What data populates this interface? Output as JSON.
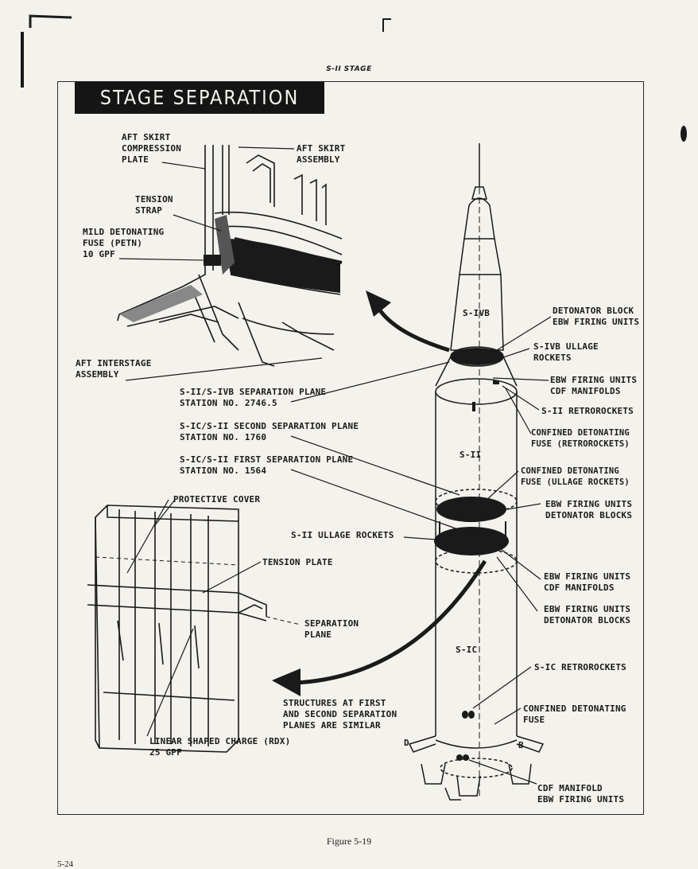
{
  "page": {
    "header": "S-II STAGE",
    "title": "STAGE SEPARATION SYSTEMS",
    "caption": "Figure 5-19",
    "page_number": "5-24"
  },
  "labels": {
    "aft_skirt_compression": "AFT SKIRT\nCOMPRESSION\nPLATE",
    "aft_skirt_assembly": "AFT SKIRT\nASSEMBLY",
    "tension_strap": "TENSION\nSTRAP",
    "mild_detonating_fuse": "MILD DETONATING\nFUSE (PETN)\n10 GPF",
    "aft_interstage": "AFT INTERSTAGE\nASSEMBLY",
    "sii_sivb_plane": "S-II/S-IVB SEPARATION PLANE\nSTATION NO. 2746.5",
    "sic_sii_second": "S-IC/S-II SECOND SEPARATION PLANE\nSTATION NO. 1760",
    "sic_sii_first": "S-IC/S-II FIRST SEPARATION PLANE\nSTATION NO. 1564",
    "protective_cover": "PROTECTIVE COVER",
    "sii_ullage_rockets": "S-II ULLAGE ROCKETS",
    "tension_plate": "TENSION PLATE",
    "separation_plane": "SEPARATION\nPLANE",
    "structures_similar": "STRUCTURES AT FIRST\nAND SECOND SEPARATION\nPLANES ARE SIMILAR",
    "linear_shaped_charge": "LINEAR SHAPED CHARGE (RDX)\n25 GPF",
    "detonator_block_ebw": "DETONATOR BLOCK\nEBW FIRING UNITS",
    "sivb_ullage": "S-IVB ULLAGE\nROCKETS",
    "ebw_cdf_1": "EBW FIRING UNITS\nCDF MANIFOLDS",
    "sii_retrorockets": "S-II RETROROCKETS",
    "confined_retro": "CONFINED DETONATING\nFUSE (RETROROCKETS)",
    "confined_ullage": "CONFINED DETONATING\nFUSE (ULLAGE ROCKETS)",
    "ebw_det_1": "EBW FIRING UNITS\nDETONATOR BLOCKS",
    "ebw_cdf_2": "EBW FIRING UNITS\nCDF MANIFOLDS",
    "ebw_det_2": "EBW FIRING UNITS\nDETONATOR BLOCKS",
    "sic_retrorockets": "S-IC RETROROCKETS",
    "confined_fuse": "CONFINED DETONATING\nFUSE",
    "cdf_manifold_ebw": "CDF MANIFOLD\nEBW FIRING UNITS"
  },
  "stage_labels": {
    "sivb": "S-IVB",
    "sii": "S-II",
    "sic": "S-IC",
    "fin_d": "D",
    "fin_b": "B"
  }
}
